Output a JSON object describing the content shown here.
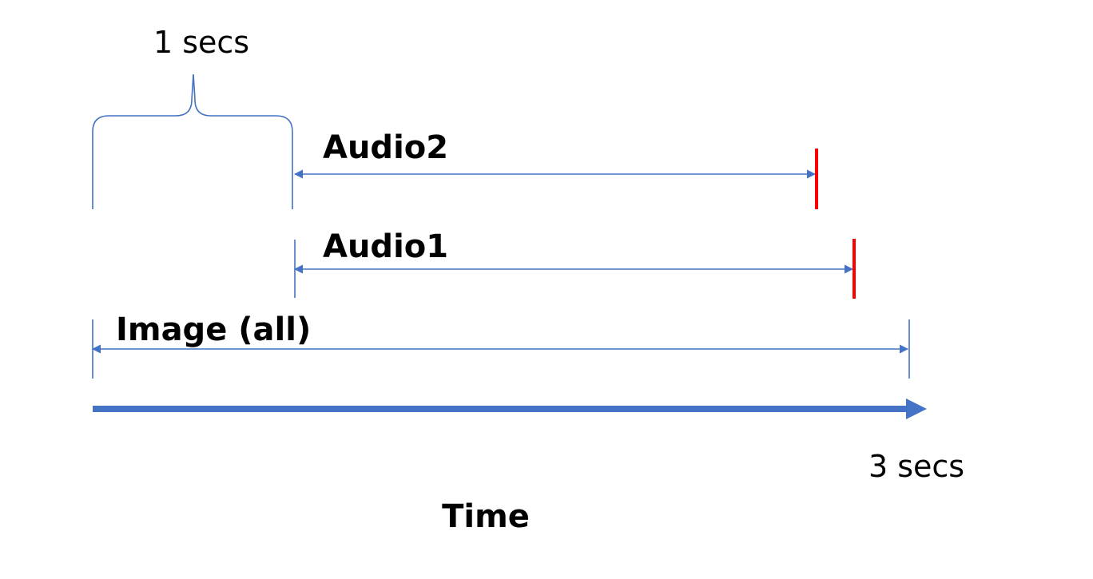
{
  "labels": {
    "bracket": "1 secs",
    "audio2": "Audio2",
    "audio1": "Audio1",
    "image": "Image (all)",
    "axis_end": "3 secs",
    "axis_title": "Time"
  },
  "colors": {
    "line": "#4472C4",
    "axis": "#4472C4",
    "end_marker": "#FF0000",
    "text": "#000000"
  }
}
